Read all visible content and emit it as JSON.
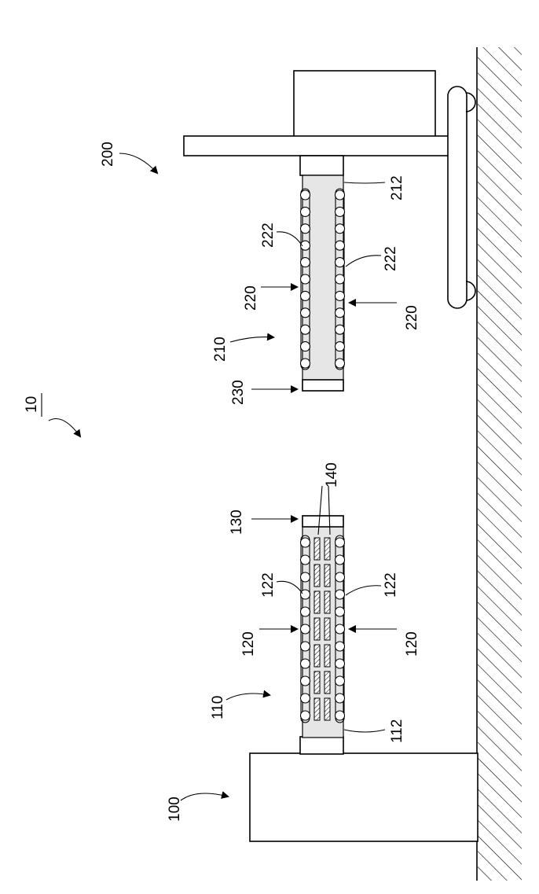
{
  "labels": {
    "system": "10",
    "first_unit": "100",
    "second_unit": "200",
    "first_body": "110",
    "second_body": "210",
    "first_roller_assembly_a": "120",
    "first_roller_assembly_b": "120",
    "second_roller_assembly_a": "220",
    "second_roller_assembly_b": "220",
    "first_roller_rail_a": "122",
    "first_roller_rail_b": "122",
    "second_roller_rail_a": "222",
    "second_roller_rail_b": "222",
    "first_cap": "130",
    "second_cap": "230",
    "plates": "140",
    "first_shaft": "112",
    "second_shaft": "212"
  },
  "colors": {
    "line": "#000000",
    "background": "#ffffff",
    "tube_fill": "#e6e6e6"
  }
}
